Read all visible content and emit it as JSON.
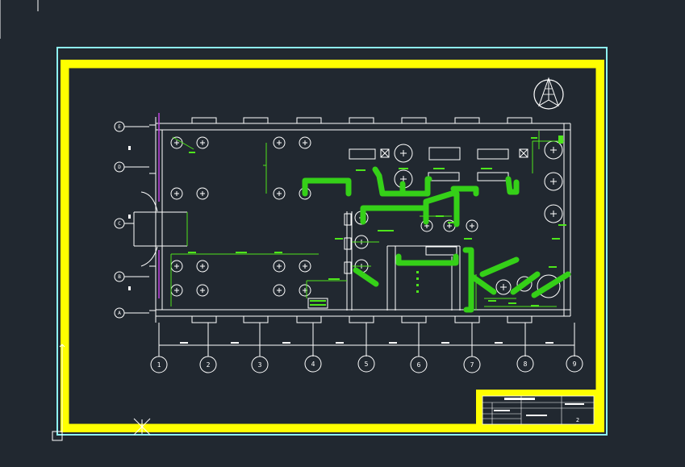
{
  "colors": {
    "background": "#212830",
    "sheet_border": "#8ef2f2",
    "frame": "#ffff00",
    "plan_lines": "#ffffff",
    "ducts": "#35d018",
    "annotations": "#4ee51c",
    "accent_line": "#c040e0"
  },
  "icons": {
    "north_arrow": "north-arrow-icon",
    "ucs": "ucs-icon",
    "crosshair": "crosshair-cursor-icon"
  },
  "grid_bottom": [
    "1",
    "2",
    "3",
    "4",
    "5",
    "6",
    "7",
    "8",
    "9"
  ],
  "grid_left": [
    "E",
    "D",
    "C",
    "B",
    "A"
  ],
  "title_block": {
    "header": "",
    "sheet_no": "2"
  }
}
